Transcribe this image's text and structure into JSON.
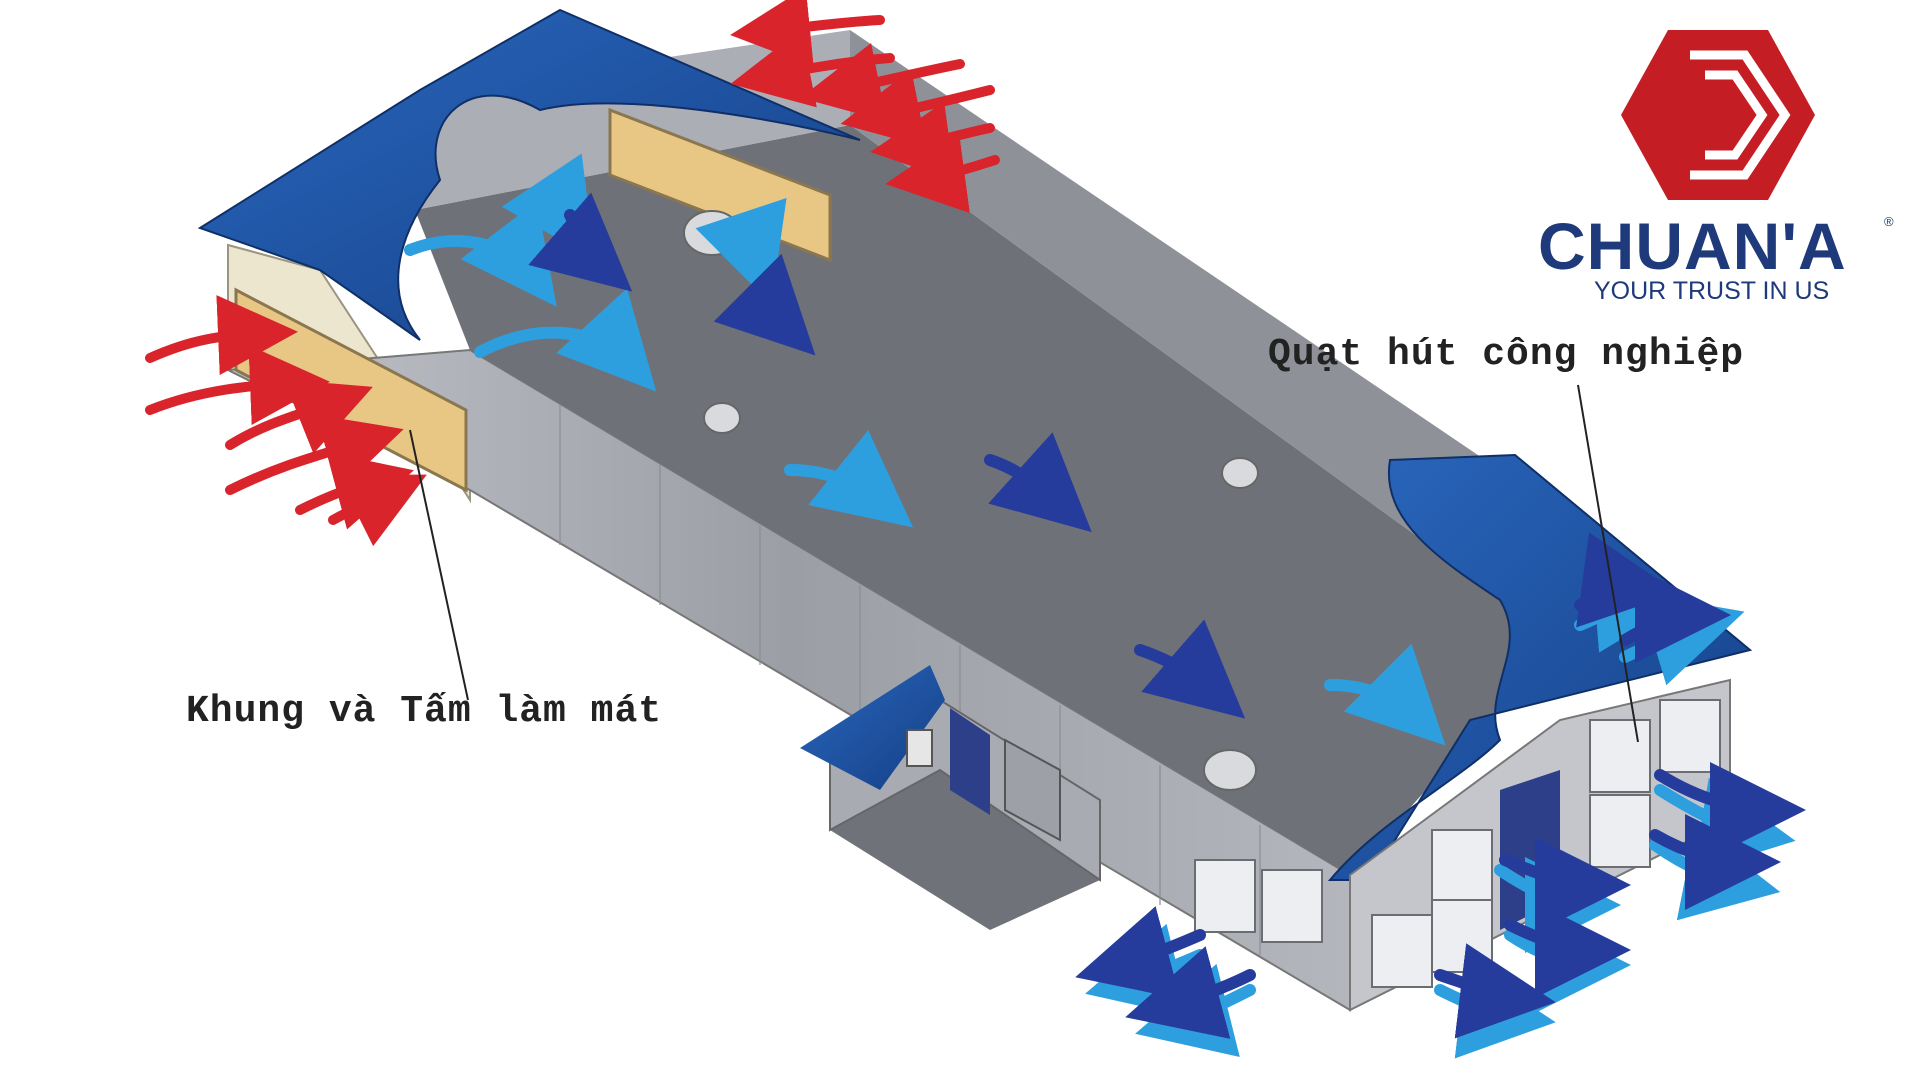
{
  "labels": {
    "cooling_pad": "Khung và Tấm làm mát",
    "exhaust_fan": "Quạt hút công nghiệp"
  },
  "brand": {
    "name": "CHUAN'A",
    "registered": "®",
    "tagline": "YOUR TRUST IN US"
  },
  "colors": {
    "roof_blue": "#1d57a8",
    "floor_gray": "#6f7178",
    "wall_gray": "#a9abb3",
    "pad_tan": "#e8c784",
    "hot_air_red": "#d8242a",
    "cool_air_light_blue": "#2e9fde",
    "cool_air_dark_blue": "#263c9c",
    "logo_red": "#c41e24",
    "logo_blue": "#1f3a7a"
  }
}
